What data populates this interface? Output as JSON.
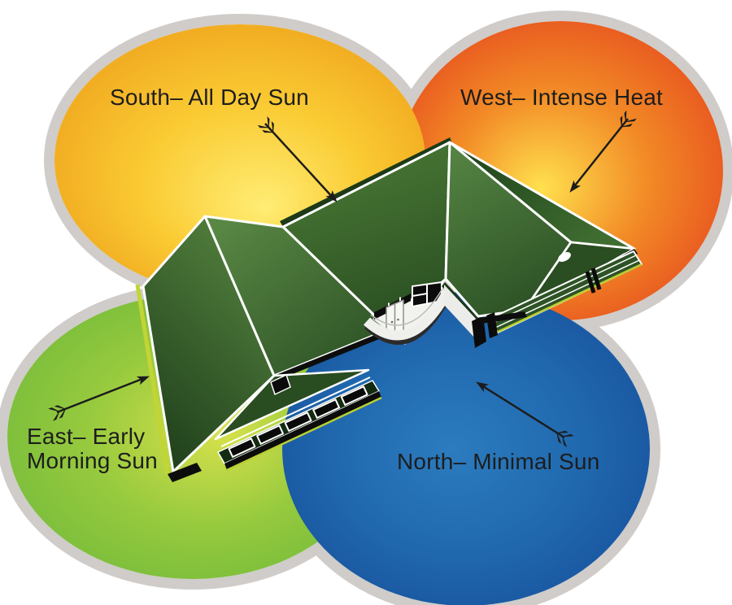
{
  "diagram": {
    "title": "House sun-orientation diagram",
    "background_color": "#ffffff",
    "ring_color": "#cfccc9",
    "label_color": "#1d1d1d",
    "arrow_color": "#1c1c1c",
    "zones": [
      {
        "id": "south",
        "direction": "South",
        "label": "South– All Day Sun",
        "gradient": {
          "center": "#ffed75",
          "mid": "#facb33",
          "edge": "#eea01b"
        }
      },
      {
        "id": "west",
        "direction": "West",
        "label": "West– Intense Heat",
        "gradient": {
          "center": "#ffe14e",
          "mid": "#f28a26",
          "edge": "#e64b1e"
        }
      },
      {
        "id": "east",
        "direction": "East",
        "label": "East– Early\nMorning Sun",
        "gradient": {
          "center": "#d8e14c",
          "mid": "#97ca3e",
          "edge": "#72ba3b"
        }
      },
      {
        "id": "north",
        "direction": "North",
        "label": "North– Minimal Sun",
        "gradient": {
          "center": "#2c7cbf",
          "mid": "#2068ae",
          "edge": "#17509c"
        }
      }
    ],
    "house": {
      "roof_dark": "#1d3c1a",
      "roof_mid": "#4b7a36",
      "roof_light": "#5c8b46",
      "trim_color": "#ffffff",
      "eave_accent": "#c3d534",
      "wall_color": "#f2f2ee",
      "glass_color": "#0c0c0c"
    }
  }
}
